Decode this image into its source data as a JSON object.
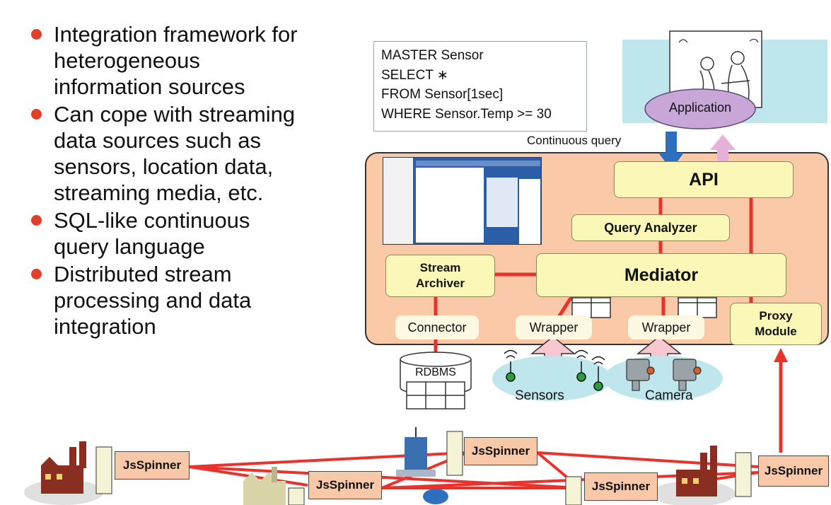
{
  "bullets": [
    {
      "lines": [
        "Integration framework for",
        "heterogeneous",
        "information sources"
      ]
    },
    {
      "lines": [
        "Can cope with streaming",
        "data sources such as",
        "sensors, location data,",
        "streaming media, etc."
      ]
    },
    {
      "lines": [
        "SQL-like continuous",
        "query language"
      ]
    },
    {
      "lines": [
        "Distributed stream",
        "processing and data",
        "integration"
      ]
    }
  ],
  "query": {
    "lines": [
      "MASTER  Sensor",
      "SELECT ∗",
      "FROM  Sensor[1sec]",
      "WHERE  Sensor.Temp >= 30"
    ]
  },
  "labels": {
    "continuous_query": "Continuous query",
    "application": "Application",
    "api": "API",
    "query_analyzer": "Query Analyzer",
    "mediator": "Mediator",
    "stream_archiver_1": "Stream",
    "stream_archiver_2": "Archiver",
    "connector": "Connector",
    "wrapper_1": "Wrapper",
    "wrapper_2": "Wrapper",
    "proxy_1": "Proxy",
    "proxy_2": "Module",
    "rdbms": "RDBMS",
    "sensors": "Sensors",
    "camera": "Camera"
  },
  "nodes": [
    "JsSpinner",
    "JsSpinner",
    "JsSpinner",
    "JsSpinner",
    "JsSpinner"
  ],
  "colors": {
    "bullet": "#e0402a",
    "main_box": "#f9c9a8",
    "component": "#fbf7b6",
    "link": "#e8322b",
    "query_arrow": "#2f6fbf",
    "result_arrow": "#e6b0d8",
    "application": "#c9a6d8",
    "app_panel": "#bfe6ec"
  }
}
